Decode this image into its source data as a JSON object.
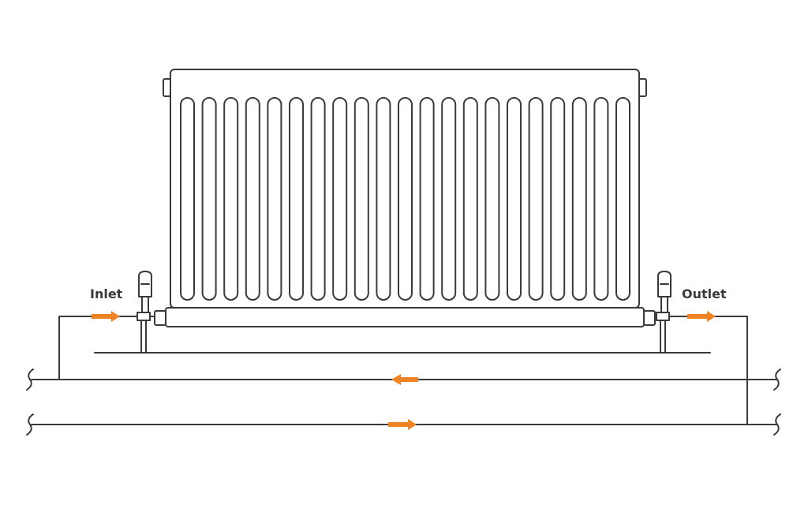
{
  "labels": {
    "inlet": "Inlet",
    "outlet": "Outlet"
  },
  "radiator": {
    "fin_count": 21
  },
  "flow_arrows": [
    {
      "pipe": "inlet",
      "direction": "right"
    },
    {
      "pipe": "outlet",
      "direction": "right"
    },
    {
      "pipe": "return-main",
      "direction": "left"
    },
    {
      "pipe": "flow-main",
      "direction": "right"
    }
  ],
  "colors": {
    "line": "#3a3a3a",
    "arrow": "#f08321",
    "background": "#ffffff"
  },
  "icons": [
    "radiator-icon",
    "thermostatic-valve-icon",
    "lockshield-valve-icon",
    "pipe-break-icon",
    "flow-arrow-icon"
  ]
}
